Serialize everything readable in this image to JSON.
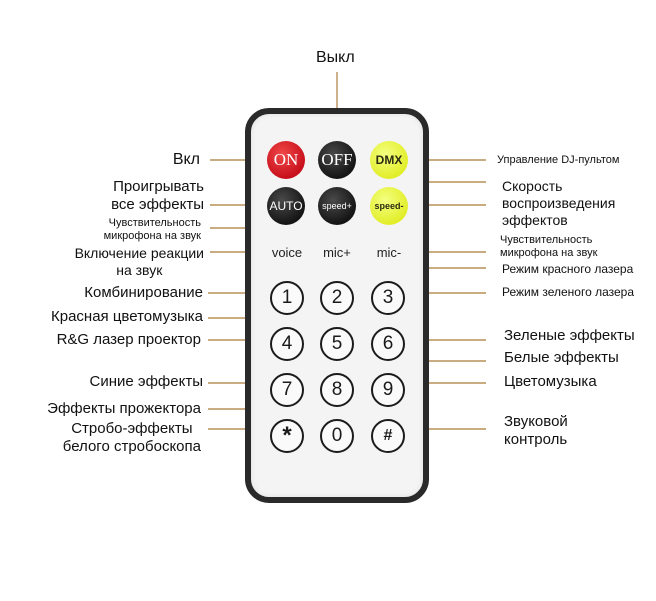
{
  "colors": {
    "connector_line": "#b8905a",
    "remote_body": "#f4f4f4",
    "remote_border": "#2a2a2a",
    "btn_red": "#d01820",
    "btn_black": "#1c1c1c",
    "btn_yellow": "#e6f030"
  },
  "remote": {
    "buttons": {
      "on": "ON",
      "off": "OFF",
      "dmx": "DMX",
      "auto": "AUTO",
      "speed_plus": "speed+",
      "speed_minus": "speed-",
      "voice": "voice",
      "mic_plus": "mic+",
      "mic_minus": "mic-",
      "n1": "1",
      "n2": "2",
      "n3": "3",
      "n4": "4",
      "n5": "5",
      "n6": "6",
      "n7": "7",
      "n8": "8",
      "n9": "9",
      "star": "*",
      "n0": "0",
      "hash": "#"
    }
  },
  "labels": {
    "top": {
      "off": "Выкл"
    },
    "left": {
      "on": "Вкл",
      "auto_line1": "Проигрывать",
      "auto_line2": "все эффекты",
      "mic_plus_line1": "Чувствительность",
      "mic_plus_line2": "микрофона на звук",
      "voice_line1": "Включение реакции",
      "voice_line2": "на звук",
      "n1": "Комбинирование",
      "n5": "Красная цветомузыка",
      "n4": "R&G лазер проектор",
      "n7": "Синие эффекты",
      "n0": "Эффекты прожектора",
      "star_line1": "Стробо-эффекты",
      "star_line2": "белого стробоскопа"
    },
    "right": {
      "dmx": "Управление DJ-пультом",
      "speed_line1": "Скорость",
      "speed_line2": "воспроизведения",
      "speed_line3": "эффектов",
      "mic_minus_line1": "Чувствительность",
      "mic_minus_line2": "микрофона на звук",
      "n2": "Режим красного лазера",
      "n3": "Режим зеленого лазера",
      "n6": "Зеленые эффекты",
      "n8": "Белые эффекты",
      "n9": "Цветомузыка",
      "hash_line1": "Звуковой",
      "hash_line2": "контроль"
    }
  }
}
